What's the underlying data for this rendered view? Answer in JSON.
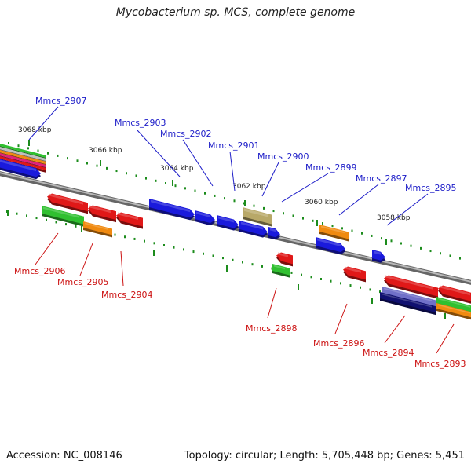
{
  "title": "Mycobacterium sp. MCS, complete genome",
  "footer": {
    "accession": "Accession: NC_008146",
    "stats": "Topology: circular; Length: 5,705,448 bp; Genes: 5,451"
  },
  "colors": {
    "forward_genes": "#1a1adc",
    "reverse_genes": "#e01818",
    "backbone": "#808080",
    "tick": "#1c8c1c",
    "label_forward": "#1c1cc8",
    "label_reverse": "#cc1111",
    "green_feature": "#30c030",
    "orange_feature": "#f08a10",
    "olive_feature": "#b8a868",
    "navy_feature": "#101070"
  },
  "scale_labels": [
    "3068 kbp",
    "3066 kbp",
    "3064 kbp",
    "3062 kbp",
    "3060 kbp",
    "3058 kbp"
  ],
  "top_labels": [
    "Mmcs_2907",
    "Mmcs_2903",
    "Mmcs_2902",
    "Mmcs_2901",
    "Mmcs_2900",
    "Mmcs_2899",
    "Mmcs_2897",
    "Mmcs_2895"
  ],
  "bottom_labels": [
    "Mmcs_2906",
    "Mmcs_2905",
    "Mmcs_2904",
    "Mmcs_2898",
    "Mmcs_2896",
    "Mmcs_2894",
    "Mmcs_2893"
  ]
}
